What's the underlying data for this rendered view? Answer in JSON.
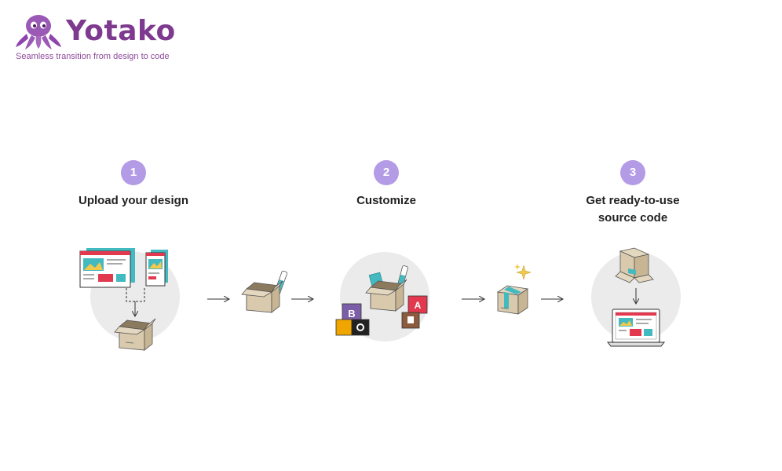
{
  "brand": {
    "name": "Yotako",
    "tagline": "Seamless transition from design to code",
    "color": "#7d3a8f"
  },
  "steps": [
    {
      "number": "1",
      "title_lines": [
        "Upload your design"
      ]
    },
    {
      "number": "2",
      "title_lines": [
        "Customize"
      ]
    },
    {
      "number": "3",
      "title_lines": [
        "Get ready-to-use",
        "source code"
      ]
    }
  ],
  "colors": {
    "badge": "#b39be6",
    "circle": "#ebebeb",
    "box": "#d9c9ad",
    "tape": "#43b9c0",
    "accent_red": "#e2394f",
    "arrow": "#333333"
  },
  "icons": [
    "octopus-mascot-icon",
    "design-screens-icon",
    "open-box-icon",
    "paintbrush-icon",
    "framework-blocks-icon",
    "sealed-package-icon",
    "sparkle-icon",
    "laptop-icon",
    "arrow-right-icon",
    "arrow-down-icon"
  ],
  "framework_blocks": [
    "B",
    "A"
  ]
}
